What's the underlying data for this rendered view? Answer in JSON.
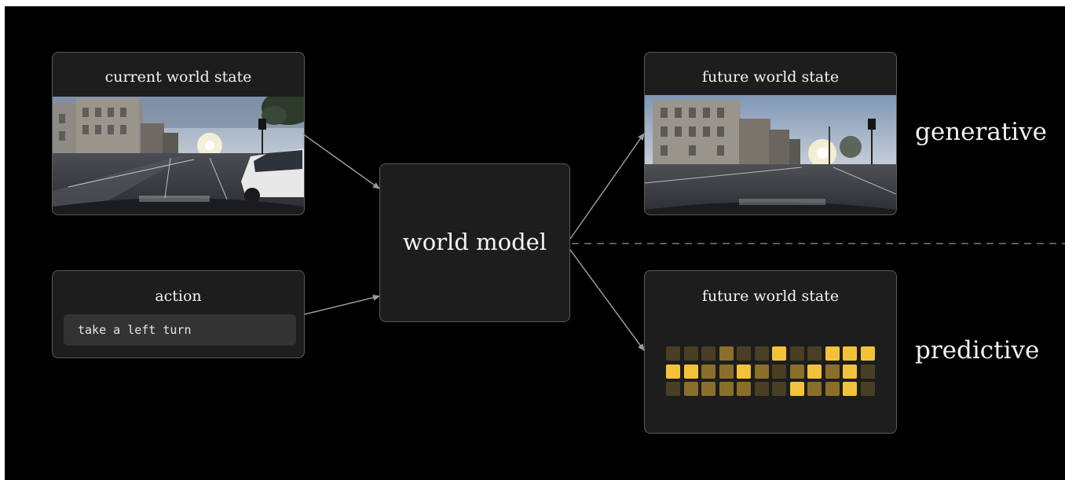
{
  "nodes": {
    "current_state": {
      "title": "current world state"
    },
    "action": {
      "title": "action",
      "text": "take a left turn"
    },
    "world_model": {
      "label": "world model"
    },
    "future_generative": {
      "title": "future world state"
    },
    "future_predictive": {
      "title": "future world state"
    }
  },
  "labels": {
    "generative": "generative",
    "predictive": "predictive"
  },
  "colors": {
    "background": "#000000",
    "card": "#1d1d1d",
    "card_border": "#5a5a5a",
    "arrow": "#9a9a9a",
    "token_dim": "#4a3f24",
    "token_mid": "#8a6f2a",
    "token_bright": "#f2c23a"
  },
  "token_grid": {
    "rows": 3,
    "cols": 12,
    "levels": [
      [
        0,
        0,
        0,
        1,
        0,
        0,
        2,
        0,
        0,
        2,
        2,
        2
      ],
      [
        2,
        2,
        1,
        1,
        2,
        1,
        0,
        1,
        2,
        1,
        2,
        0
      ],
      [
        0,
        1,
        1,
        1,
        1,
        0,
        0,
        2,
        1,
        1,
        2,
        0
      ]
    ]
  }
}
